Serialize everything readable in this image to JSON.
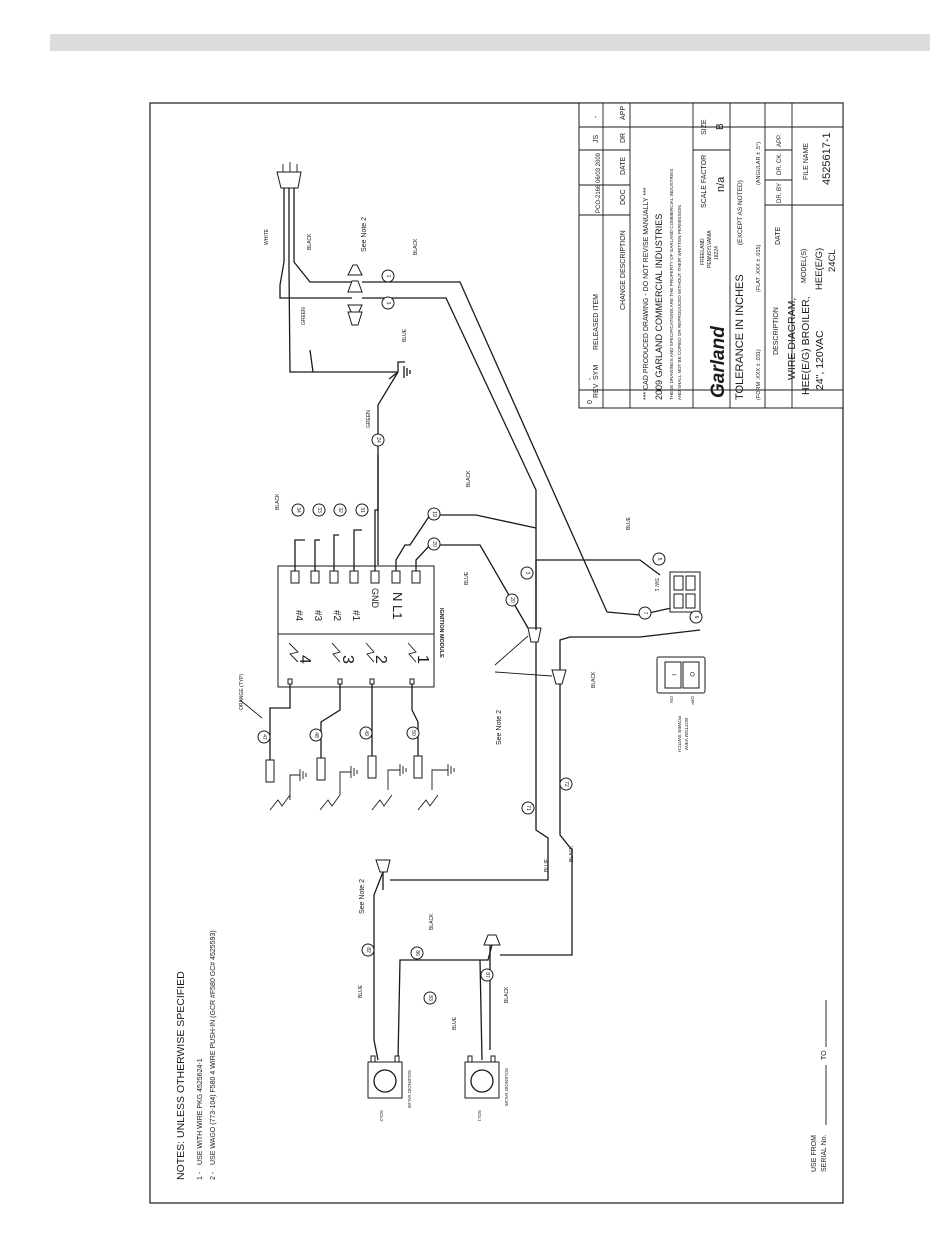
{
  "notes": {
    "heading": "NOTES: UNLESS OTHERWISE SPECIFIED",
    "items": [
      {
        "num": "1 -",
        "text": "USE WITH WIRE PKG 4525624-1"
      },
      {
        "num": "2 -",
        "text": "USE WAGO (773-104) F580 4 WIRE PUSH-IN (GCR #F580 GC# 4525593)"
      }
    ]
  },
  "serial": {
    "use_from": "USE FROM",
    "serial_no": "SERIAL No.",
    "to": "TO"
  },
  "title_block": {
    "revisions": {
      "headers": [
        "REV",
        "SYM",
        "CHANGE DESCRIPTION",
        "DOC",
        "DATE",
        "DR",
        "APP"
      ],
      "row": {
        "rev": "0",
        "sym": "-",
        "desc": "RELEASED ITEM",
        "doc": "PCO-2166",
        "date": "06/03 2009",
        "dr": "JS",
        "app": "-"
      }
    },
    "cad_notice": "*** CAD PRODUCED DRAWING - DO NOT REVISE MANUALLY ***",
    "copyright": "2009 GARLAND COMMERCIAL INDUSTRIES",
    "property_text_1": "THESE DRAWINGS AND SPECIFICATIONS ARE THE PROPERTY OF GARLAND COMMERCIAL INDUSTRIES",
    "property_text_2": "AND SHALL NOT BE COPIED OR REPRODUCED WITHOUT THEIR WRITTEN PERMISSION.",
    "logo": "Garland",
    "address": [
      "FREELAND",
      "PENNSYLVANIA",
      "18224"
    ],
    "scale_label": "SCALE FACTOR",
    "scale_value": "n/a",
    "size_label": "SIZE",
    "size_value": "B",
    "tolerance": "TOLERANCE IN INCHES",
    "except": "(EXCEPT AS NOTED)",
    "form_tol": "(FORM .XXX ± .031)",
    "flat_tol": "(FLAT .XXX ± .015)",
    "angular_tol": "(ANGULAR ± .5°)",
    "description_label": "DESCRIPTION",
    "description": [
      "WIRE DIAGRAM,",
      "HEE(E/G) BROILER,",
      "24\", 120VAC"
    ],
    "date_label": "DATE",
    "drby_label": "DR. BY",
    "drck_label": "DR. CK.",
    "app_label": "APP.",
    "model_label": "MODEL(S)",
    "model_value": [
      "HEE(E/G)",
      "24CL"
    ],
    "file_label": "FILE NAME",
    "file_value": "4525617-1"
  },
  "diagram": {
    "wire_numbers": [
      "1",
      "3",
      "24",
      "34",
      "33",
      "32",
      "31",
      "19",
      "20",
      "3",
      "20",
      "5",
      "7",
      "6",
      "47",
      "48",
      "49",
      "50",
      "71",
      "72",
      "82",
      "86",
      "83",
      "87"
    ],
    "wire_colors": {
      "white": "WHITE",
      "black": "BLACK",
      "green": "GREEN",
      "blue": "BLUE",
      "orange": "ORANGE (TYP)"
    },
    "see_note": "See Note 2",
    "ignition_module": {
      "label": "IGNITION MODULE",
      "top_row": "N L1",
      "gnd": "GND",
      "channels_small": [
        "#4",
        "#3",
        "#2",
        "#1"
      ],
      "channels_big": [
        "4",
        "3",
        "2",
        "1"
      ]
    },
    "switch_label": "SW 1",
    "power_switch": {
      "label": "POWER SWITCH",
      "view": "BOTTOM VIEW",
      "on": "ON",
      "off": "OFF",
      "sym_on": "I",
      "sym_off": "O"
    },
    "solenoids": [
      {
        "tag": "SOL2",
        "label": "SOLENOID VALVE"
      },
      {
        "tag": "SOL1",
        "label": "SOLENOID VALVE"
      }
    ]
  }
}
